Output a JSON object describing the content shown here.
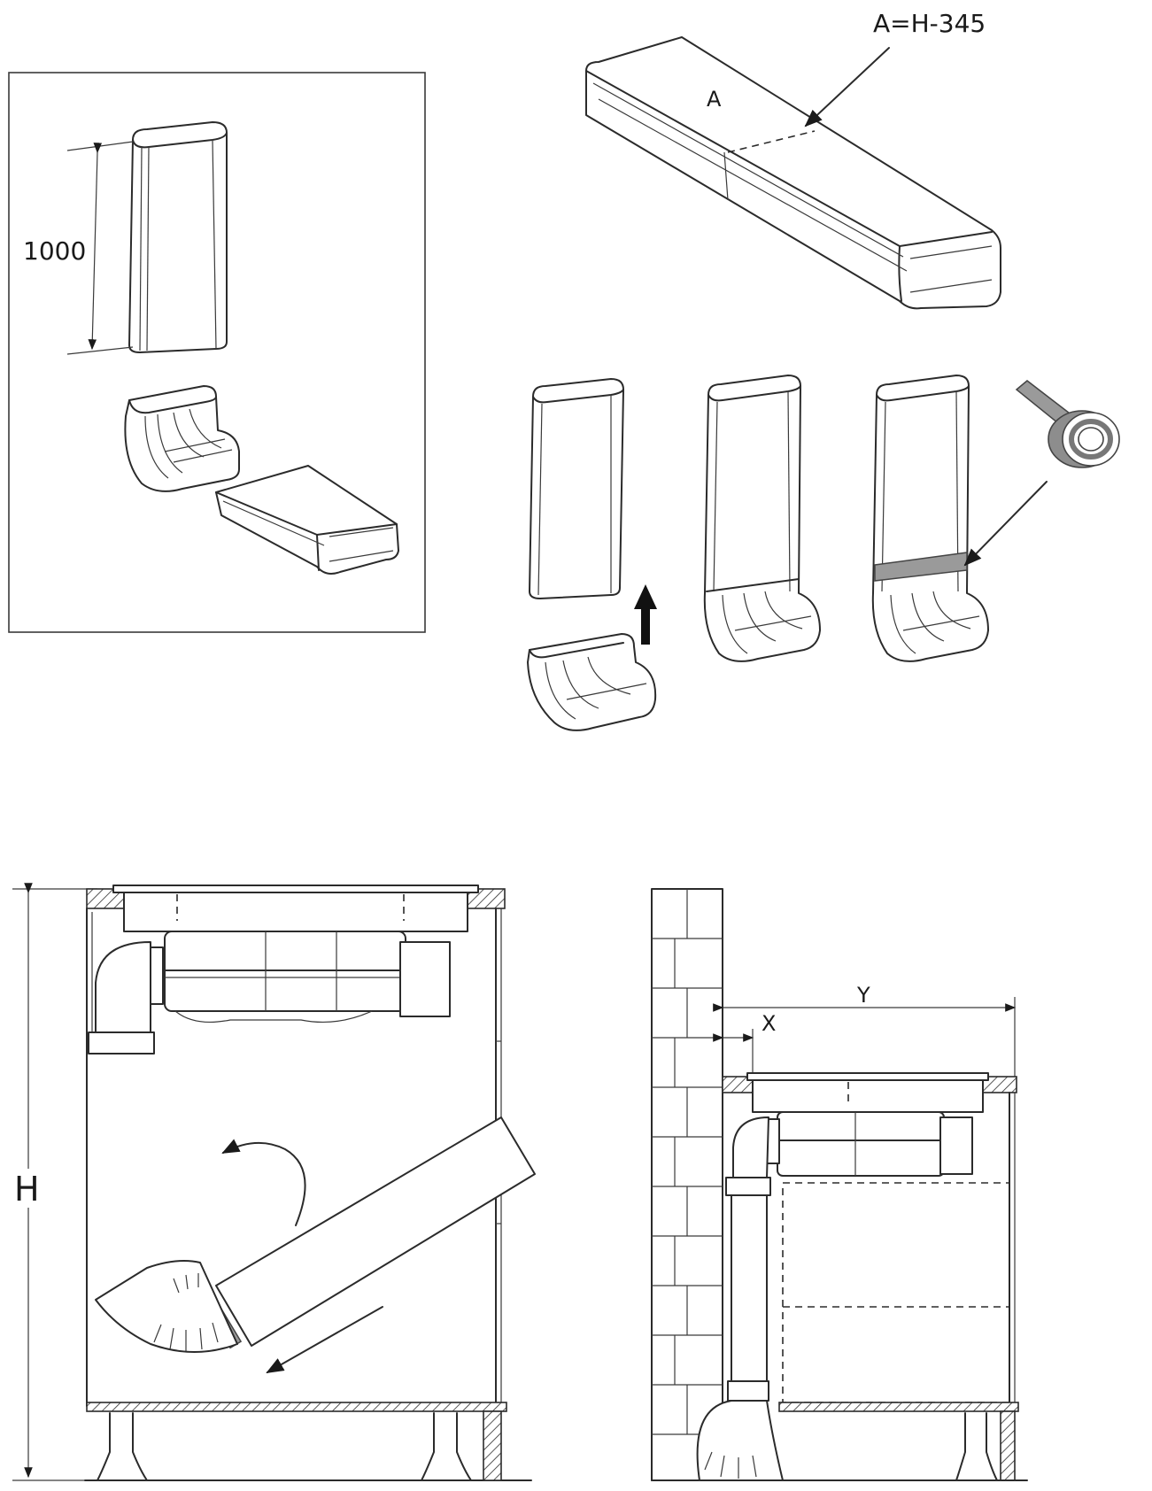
{
  "labels": {
    "duct_length": "1000",
    "cut_formula": "A=H-345",
    "cut_part": "A",
    "height": "H",
    "depth_total": "Y",
    "wall_gap": "X"
  }
}
